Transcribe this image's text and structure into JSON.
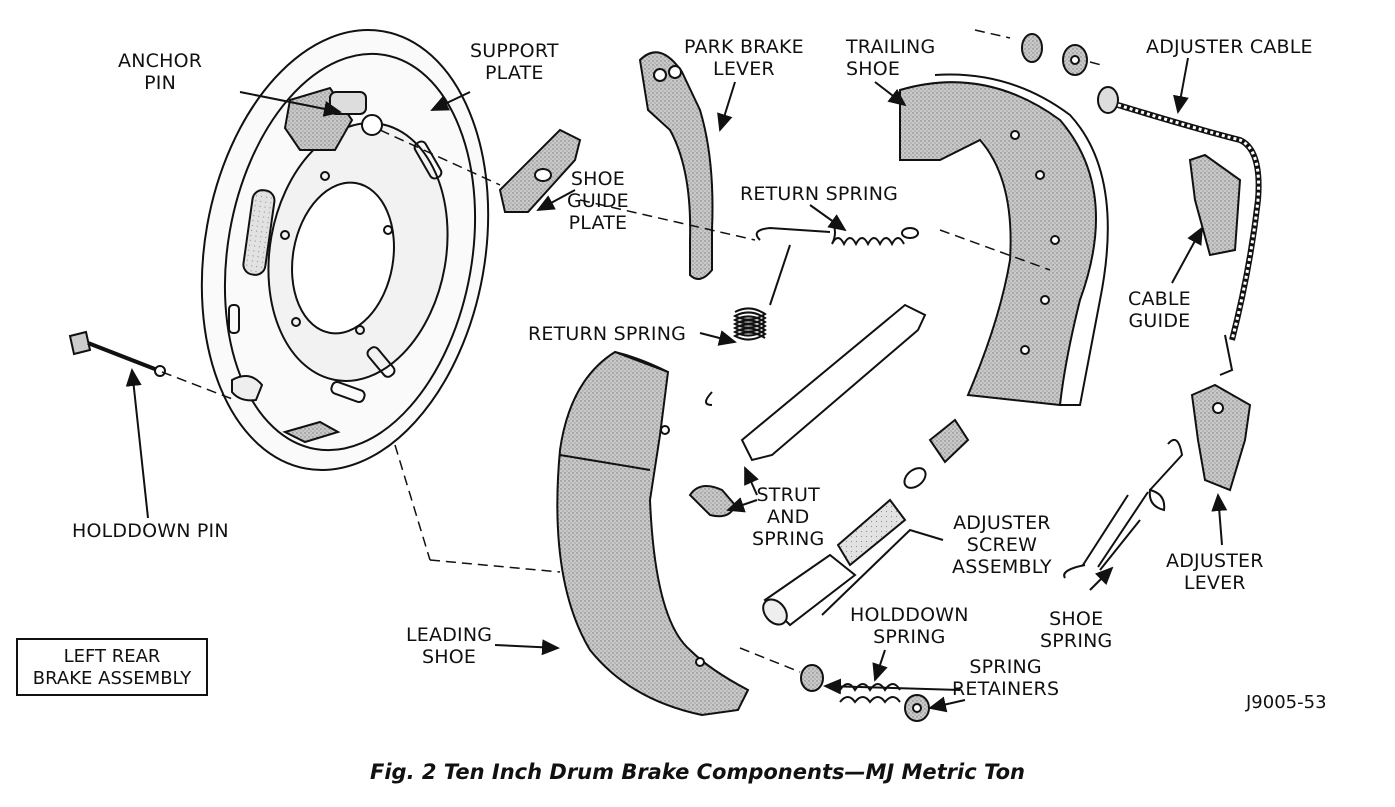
{
  "labels": {
    "anchor_pin": [
      "ANCHOR",
      "PIN"
    ],
    "support_plate": [
      "SUPPORT",
      "PLATE"
    ],
    "park_brake_lever": [
      "PARK BRAKE",
      "LEVER"
    ],
    "trailing_shoe": [
      "TRAILING",
      "SHOE"
    ],
    "adjuster_cable": "ADJUSTER CABLE",
    "shoe_guide_plate": [
      "SHOE",
      "GUIDE",
      "PLATE"
    ],
    "return_spring_top": "RETURN SPRING",
    "return_spring_left": "RETURN SPRING",
    "cable_guide": [
      "CABLE",
      "GUIDE"
    ],
    "holddown_pin": "HOLDDOWN PIN",
    "strut_and_spring": [
      "STRUT",
      "AND",
      "SPRING"
    ],
    "adjuster_screw_assembly": [
      "ADJUSTER",
      "SCREW",
      "ASSEMBLY"
    ],
    "adjuster_lever": [
      "ADJUSTER",
      "LEVER"
    ],
    "shoe_spring": [
      "SHOE",
      "SPRING"
    ],
    "leading_shoe": [
      "LEADING",
      "SHOE"
    ],
    "holddown_spring": [
      "HOLDDOWN",
      "SPRING"
    ],
    "spring_retainers": [
      "SPRING",
      "RETAINERS"
    ]
  },
  "assembly_box": [
    "LEFT REAR",
    "BRAKE ASSEMBLY"
  ],
  "figure_code": "J9005-53",
  "caption": "Fig. 2 Ten Inch Drum Brake Components—MJ Metric Ton"
}
